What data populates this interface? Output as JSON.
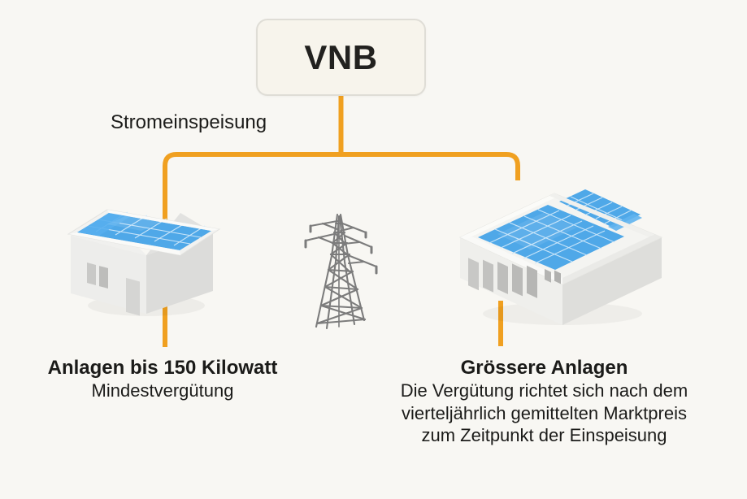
{
  "page": {
    "background_color": "#F8F7F3",
    "text_color": "#1b1b19",
    "accent_color": "#F0A020"
  },
  "node": {
    "label": "VNB",
    "fill_color": "#F7F4EC",
    "border_color": "#DFDDD6"
  },
  "edge": {
    "label": "Stromeinspeisung",
    "color": "#F0A020"
  },
  "illustrations": {
    "house": {
      "name": "house-with-solar-panels",
      "roof_panel_color": "#4FA8E8",
      "wall_color": "#E9E9E6"
    },
    "pylon": {
      "name": "electricity-transmission-tower",
      "color": "#7D7D7D"
    },
    "factory": {
      "name": "industrial-building-with-solar-panels",
      "roof_panel_color": "#4FA8E8",
      "wall_color": "#EDEDEA"
    }
  },
  "captions": {
    "left": {
      "title": "Anlagen bis 150 Kilowatt",
      "subtitle": "Mindestvergütung"
    },
    "right": {
      "title": "Grössere Anlagen",
      "subtitle_lines": [
        "Die Vergütung richtet sich nach dem",
        "vierteljährlich gemittelten Marktpreis",
        "zum Zeitpunkt der Einspeisung"
      ]
    }
  }
}
